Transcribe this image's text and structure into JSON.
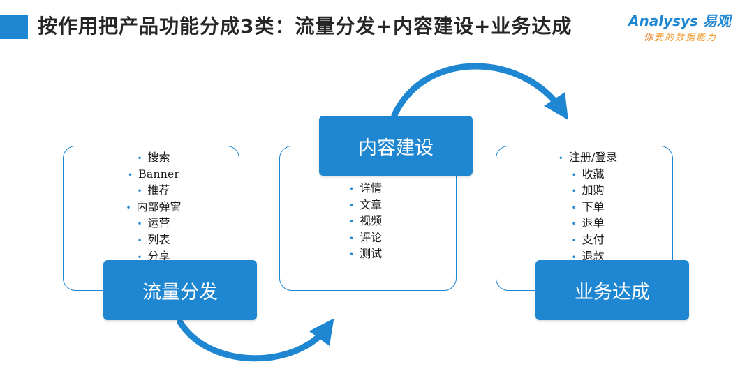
{
  "header": {
    "title": "按作用把产品功能分成3类：流量分发+内容建设+业务达成",
    "accent_color": "#1f86d1"
  },
  "logo": {
    "brand_en": "Analysys",
    "brand_cn": "易观",
    "slogan_lead": "你",
    "slogan_rest": "要的数据能力"
  },
  "stages": [
    {
      "label": "流量分发",
      "items": [
        "搜索",
        "Banner",
        "推荐",
        "内部弹窗",
        "运营",
        "列表",
        "分享"
      ]
    },
    {
      "label": "内容建设",
      "items": [
        "详情",
        "文章",
        "视频",
        "评论",
        "测试"
      ]
    },
    {
      "label": "业务达成",
      "items": [
        "注册/登录",
        "收藏",
        "加购",
        "下单",
        "退单",
        "支付",
        "退款"
      ]
    }
  ],
  "colors": {
    "box": "#1f86d1",
    "panel_border": "#1f86d1",
    "arrow": "#1f86d1"
  },
  "icons": [
    "curved-arrow-icon",
    "curved-arrow-icon"
  ]
}
